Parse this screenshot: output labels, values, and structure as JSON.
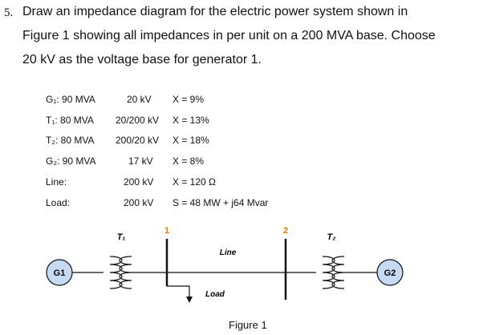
{
  "problem": {
    "number": "5.",
    "lines": [
      "Draw an impedance diagram for the electric power system shown in",
      "Figure 1 showing all impedances in per unit on a 200 MVA base. Choose",
      "20 kV as the voltage base for generator 1."
    ]
  },
  "specs": [
    {
      "name": "G₁: 90 MVA",
      "voltage": "20 kV",
      "value": "X = 9%"
    },
    {
      "name": "T₁: 80 MVA",
      "voltage": "20/200 kV",
      "value": "X = 13%"
    },
    {
      "name": "T₂: 80 MVA",
      "voltage": "200/20 kV",
      "value": "X = 18%"
    },
    {
      "name": "G₂: 90 MVA",
      "voltage": "17 kV",
      "value": "X = 8%"
    },
    {
      "name": "Line:",
      "voltage": "200 kV",
      "value": "X = 120 Ω"
    },
    {
      "name": "Load:",
      "voltage": "200 kV",
      "value": "S = 48 MW + j64 Mvar"
    }
  ],
  "diagram": {
    "gen1_label": "G1",
    "gen2_label": "G2",
    "t1_label": "T₁",
    "t2_label": "T₂",
    "bus1_label": "1",
    "bus2_label": "2",
    "line_label": "Line",
    "load_label": "Load",
    "bus_label_color": "#e07b00",
    "gen_fill": "#c6daf3"
  },
  "caption": "Figure 1"
}
